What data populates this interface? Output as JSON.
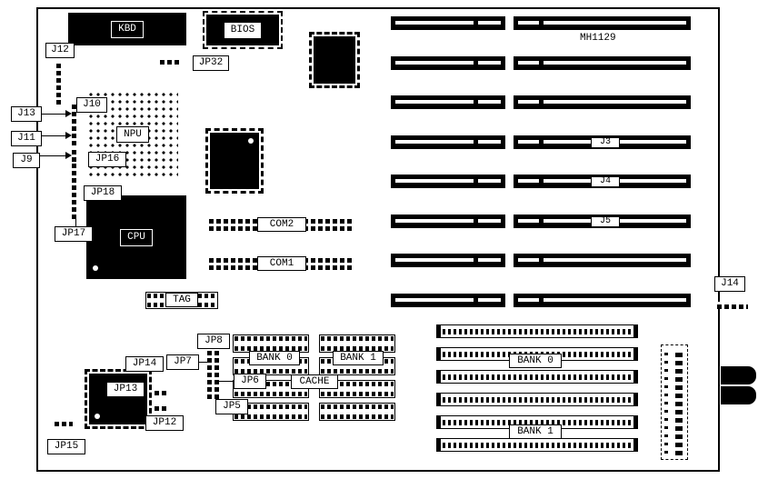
{
  "board": {
    "model": "MH1129"
  },
  "chips": {
    "kbd": {
      "label": "KBD"
    },
    "bios": {
      "label": "BIOS"
    },
    "npu": {
      "label": "NPU"
    },
    "cpu": {
      "label": "CPU"
    }
  },
  "expansion_slots": {
    "j3": "J3",
    "j4": "J4",
    "j5": "J5"
  },
  "memory": {
    "simm_bank0": "BANK 0",
    "simm_bank1": "BANK 1"
  },
  "cache": {
    "bank0": "BANK 0",
    "bank1": "BANK 1",
    "cache": "CACHE",
    "tag": "TAG"
  },
  "ports": {
    "com1": "COM1",
    "com2": "COM2"
  },
  "jumpers": {
    "j9": "J9",
    "j10": "J10",
    "j11": "J11",
    "j12": "J12",
    "j13": "J13",
    "j14": "J14",
    "jp5": "JP5",
    "jp6": "JP6",
    "jp7": "JP7",
    "jp8": "JP8",
    "jp12": "JP12",
    "jp13": "JP13",
    "jp14": "JP14",
    "jp15": "JP15",
    "jp16": "JP16",
    "jp17": "JP17",
    "jp18": "JP18",
    "jp32": "JP32"
  }
}
